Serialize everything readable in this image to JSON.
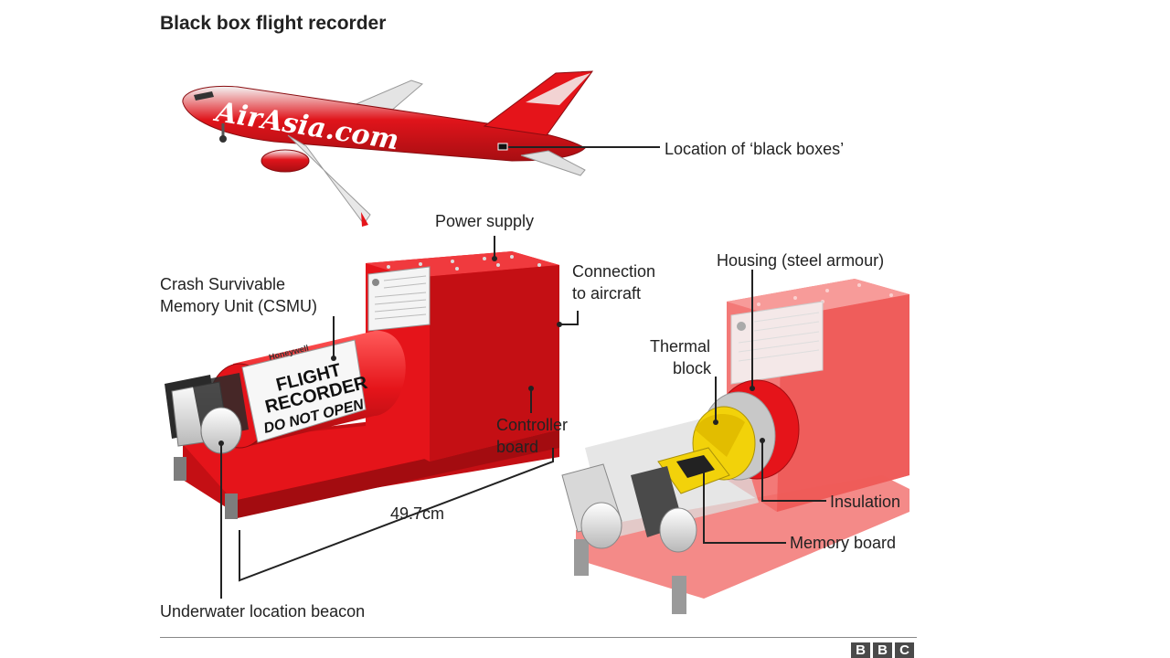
{
  "title": "Black box flight recorder",
  "airline_livery": "AirAsia.com",
  "labels": {
    "location": "Location of ‘black boxes’",
    "power_supply": "Power supply",
    "connection_l1": "Connection",
    "connection_l2": "to aircraft",
    "csmu_l1": "Crash Survivable",
    "csmu_l2": "Memory Unit (CSMU)",
    "controller_l1": "Controller",
    "controller_l2": "board",
    "length": "49.7cm",
    "beacon": "Underwater location beacon",
    "housing": "Housing (steel armour)",
    "thermal_l1": "Thermal",
    "thermal_l2": "block",
    "insulation": "Insulation",
    "memory_board": "Memory board"
  },
  "recorder_text": {
    "brand": "Honeywell",
    "l1": "FLIGHT",
    "l2": "RECORDER",
    "l3": "DO NOT OPEN"
  },
  "credit_letters": [
    "B",
    "B",
    "C"
  ],
  "colors": {
    "recorder_red": "#e5141a",
    "recorder_dark": "#b50d12",
    "ghost_red": "#f26a68",
    "thermal_yellow": "#f2d20a",
    "leader_line": "#222222"
  }
}
